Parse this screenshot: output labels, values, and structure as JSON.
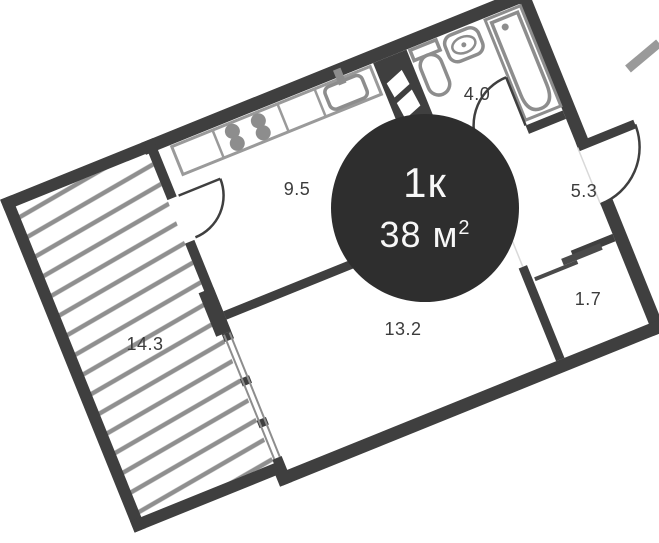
{
  "title": "apartment-floor-plan",
  "badge": {
    "type_label": "1к",
    "area_main": "38 м",
    "area_sup": "2"
  },
  "rooms": [
    {
      "name": "kitchen",
      "area": "9.5"
    },
    {
      "name": "bathroom",
      "area": "4.0"
    },
    {
      "name": "hallway",
      "area": "5.3"
    },
    {
      "name": "wardrobe",
      "area": "1.7"
    },
    {
      "name": "living-room",
      "area": "13.2"
    },
    {
      "name": "balcony",
      "area": "14.3"
    }
  ],
  "fixtures": [
    "stove-icon",
    "kitchen-sink-icon",
    "toilet-icon",
    "washbasin-icon",
    "bathtub-icon",
    "wardrobe-rod-icon",
    "ventilation-shaft",
    "entrance-door",
    "bathroom-door",
    "balcony-door"
  ],
  "colors": {
    "wall": "#3f3f3f",
    "wall_soft": "#4a4a4a",
    "fixture": "#8d8d8d",
    "counter": "#9a9a9a",
    "hatch": "#8f8f8f",
    "badge_bg": "#2e2e2e",
    "badge_text": "#f7f7f7",
    "label": "#3c3c3c",
    "threshold": "#d9d9d9",
    "background": "#ffffff"
  }
}
